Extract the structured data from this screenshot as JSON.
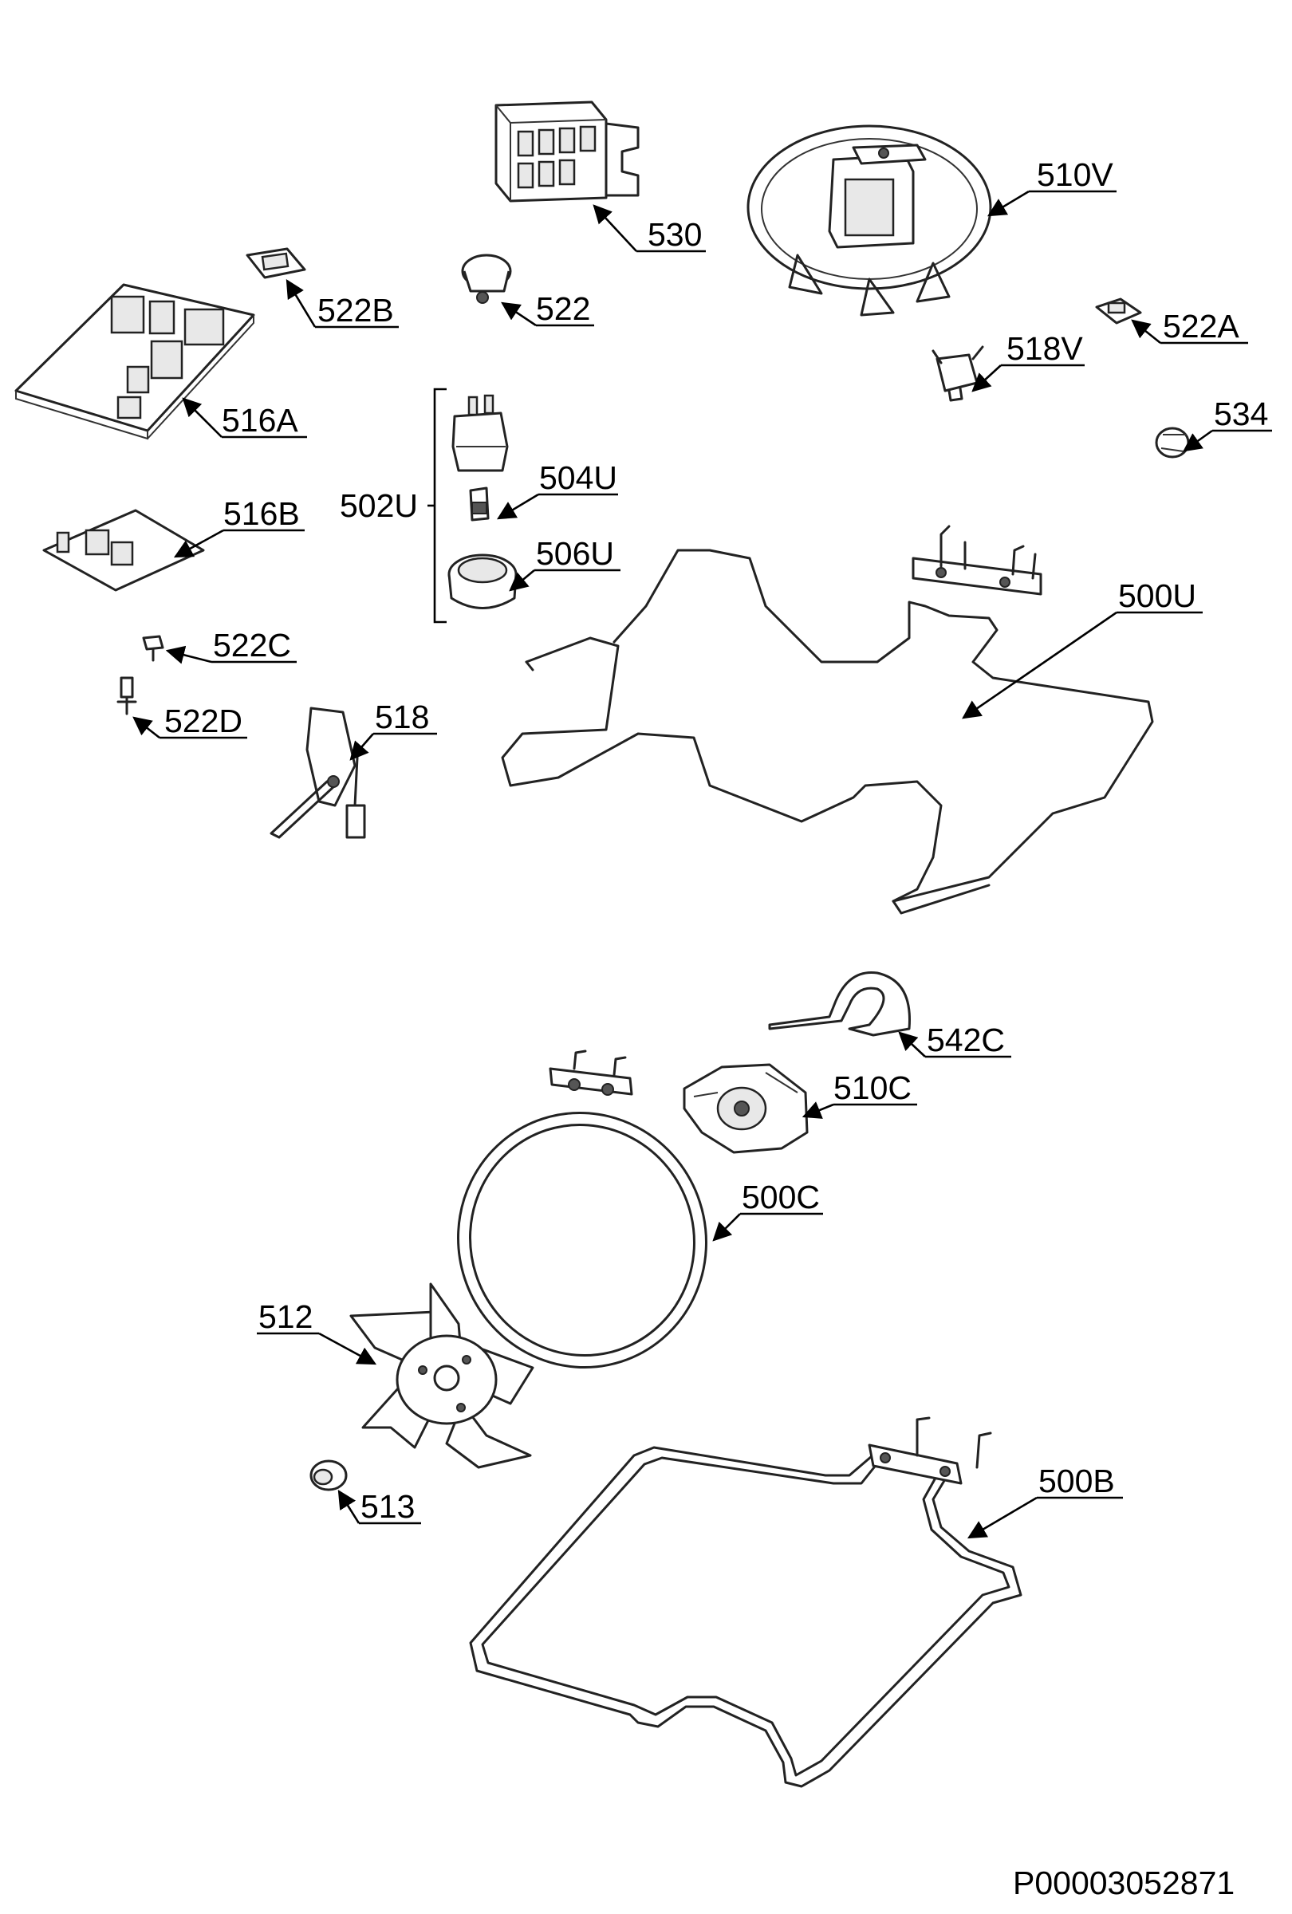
{
  "diagram_id": "P00003052871",
  "callouts": [
    {
      "id": "530",
      "label": "530"
    },
    {
      "id": "510V",
      "label": "510V"
    },
    {
      "id": "522B",
      "label": "522B"
    },
    {
      "id": "522",
      "label": "522"
    },
    {
      "id": "522A",
      "label": "522A"
    },
    {
      "id": "518V",
      "label": "518V"
    },
    {
      "id": "534",
      "label": "534"
    },
    {
      "id": "516A",
      "label": "516A"
    },
    {
      "id": "502U",
      "label": "502U"
    },
    {
      "id": "504U",
      "label": "504U"
    },
    {
      "id": "516B",
      "label": "516B"
    },
    {
      "id": "506U",
      "label": "506U"
    },
    {
      "id": "500U",
      "label": "500U"
    },
    {
      "id": "522C",
      "label": "522C"
    },
    {
      "id": "522D",
      "label": "522D"
    },
    {
      "id": "518",
      "label": "518"
    },
    {
      "id": "542C",
      "label": "542C"
    },
    {
      "id": "510C",
      "label": "510C"
    },
    {
      "id": "500C",
      "label": "500C"
    },
    {
      "id": "512",
      "label": "512"
    },
    {
      "id": "513",
      "label": "513"
    },
    {
      "id": "500B",
      "label": "500B"
    }
  ]
}
